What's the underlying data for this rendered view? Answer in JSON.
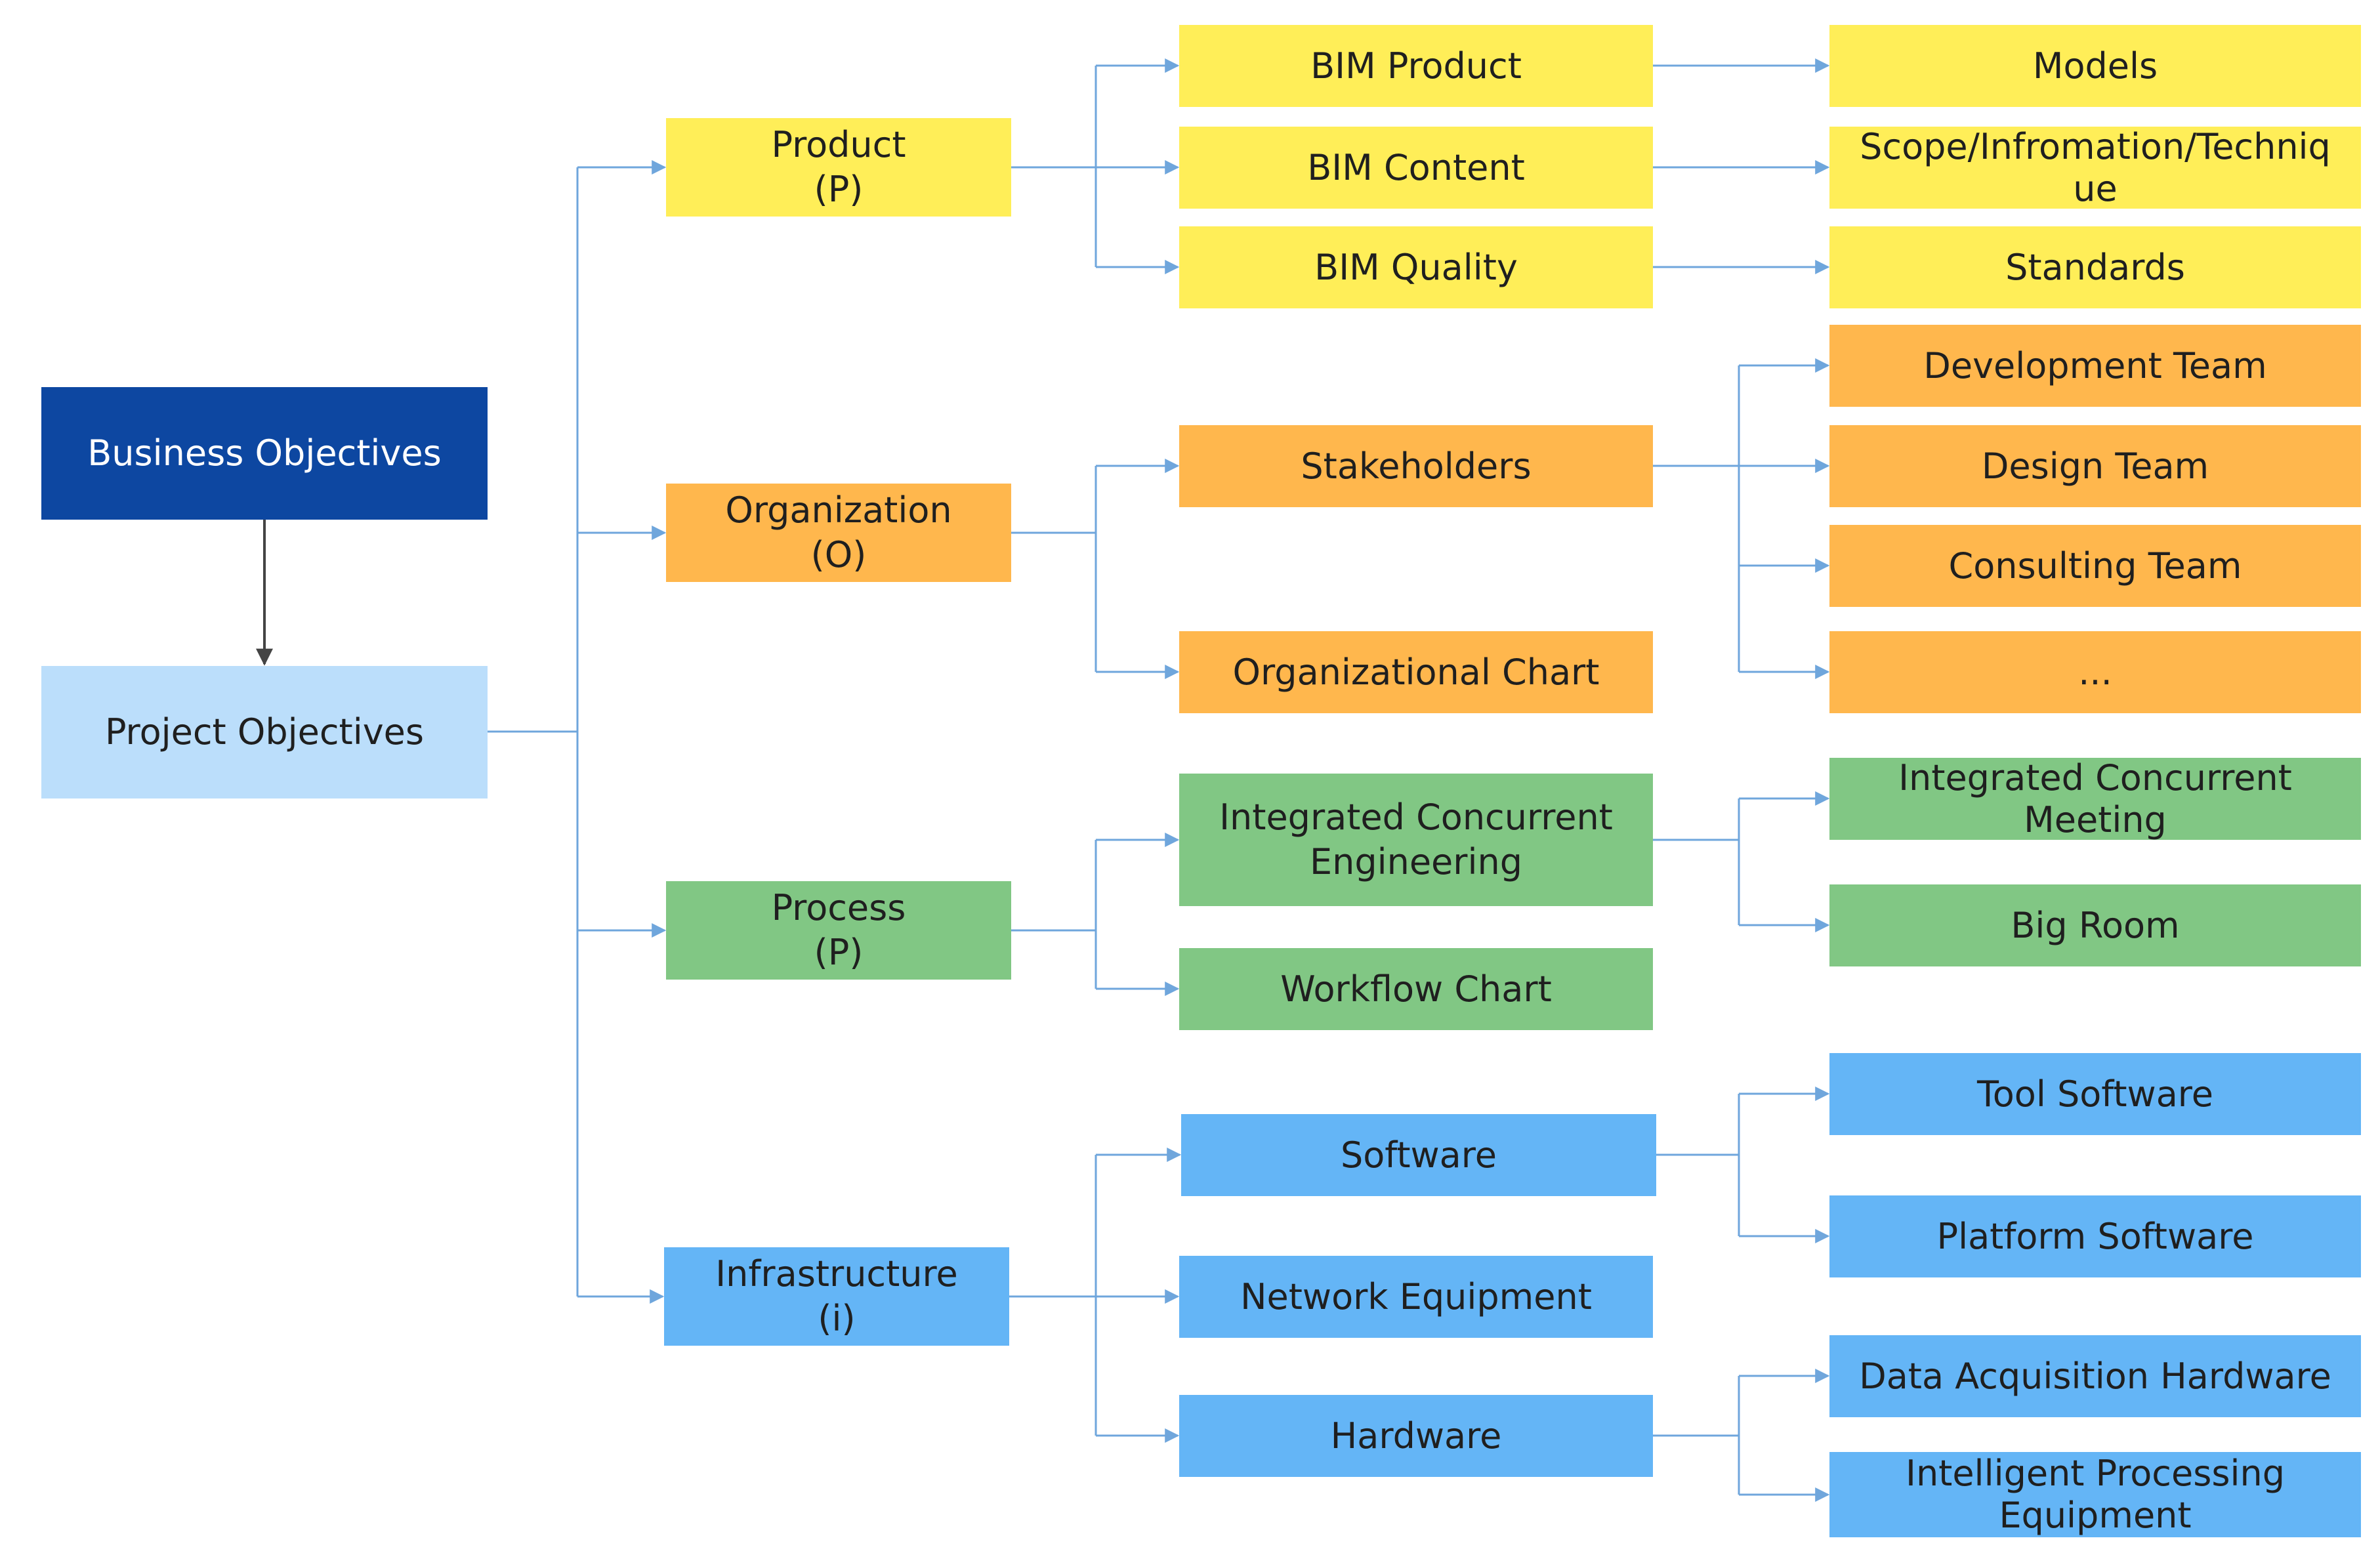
{
  "colors": {
    "business_bg": "#0d47a1",
    "business_text": "#ffffff",
    "project_bg": "#bbdefb",
    "product": "#ffee58",
    "organization": "#ffb74d",
    "process": "#81c784",
    "infrastructure": "#64b5f6",
    "connector": "#6fa6dc",
    "arrow_dark": "#444444"
  },
  "root": {
    "business": "Business Objectives",
    "project": "Project Objectives"
  },
  "categories": {
    "product": "Product\n(P)",
    "organization": "Organization\n(O)",
    "process": "Process\n(P)",
    "infrastructure": "Infrastructure\n(i)"
  },
  "items": {
    "bim_product": "BIM Product",
    "bim_content": "BIM Content",
    "bim_quality": "BIM Quality",
    "stakeholders": "Stakeholders",
    "organizational_chart": "Organizational Chart",
    "ice": "Integrated Concurrent\nEngineering",
    "workflow_chart": "Workflow Chart",
    "software": "Software",
    "network_equipment": "Network Equipment",
    "hardware": "Hardware"
  },
  "details": {
    "models": "Models",
    "scope": "Scope/Infromation/Techniq\nue",
    "standards": "Standards",
    "development_team": "Development Team",
    "design_team": "Design Team",
    "consulting_team": "Consulting Team",
    "ellipsis": "...",
    "ic_meeting": "Integrated Concurrent\nMeeting",
    "big_room": "Big Room",
    "tool_software": "Tool Software",
    "platform_software": "Platform Software",
    "data_acquisition_hardware": "Data Acquisition Hardware",
    "intelligent_processing_equipment": "Intelligent Processing\nEquipment"
  }
}
